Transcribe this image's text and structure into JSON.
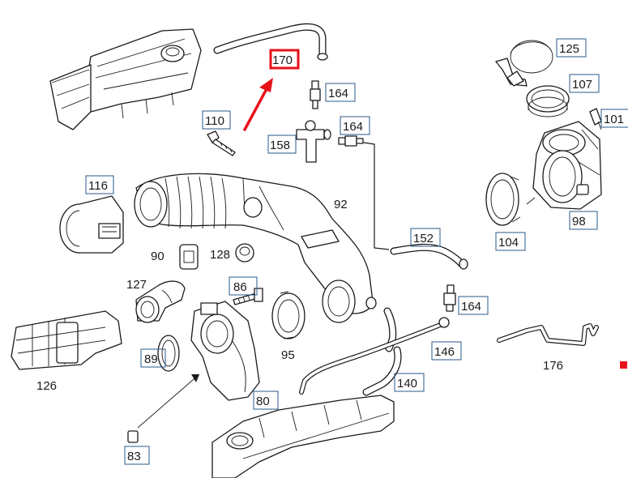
{
  "labels": {
    "p170": "170",
    "p164a": "164",
    "p164b": "164",
    "p164c": "164",
    "p110": "110",
    "p158": "158",
    "p116": "116",
    "p92": "92",
    "p152": "152",
    "p90": "90",
    "p128": "128",
    "p86": "86",
    "p127": "127",
    "p95": "95",
    "p126": "126",
    "p89": "89",
    "p80": "80",
    "p83": "83",
    "p146": "146",
    "p140": "140",
    "p176": "176",
    "p125": "125",
    "p107": "107",
    "p101": "101",
    "p98": "98",
    "p104": "104"
  },
  "colors": {
    "highlight": "#e8121b",
    "label_box": "#2a5a8a",
    "line": "#1a1a1a"
  }
}
